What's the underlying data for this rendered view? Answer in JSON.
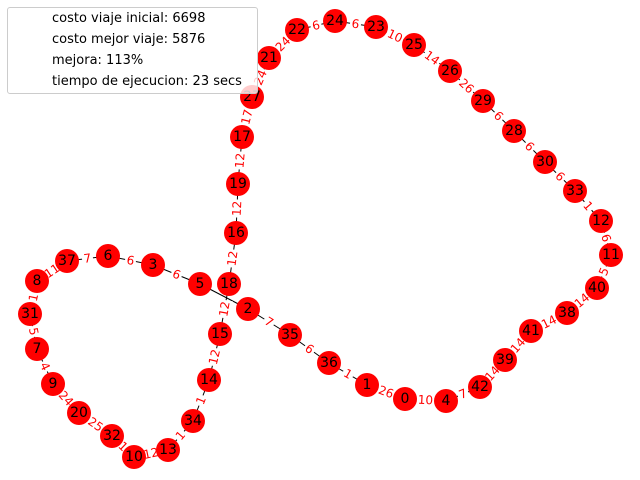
{
  "legend": {
    "lines": [
      "costo viaje inicial: 6698",
      "costo mejor viaje: 5876",
      "mejora: 113%",
      "tiempo de ejecucion: 23 secs"
    ]
  },
  "colors": {
    "node_fill": "#ff0000",
    "node_text": "#000000",
    "edge": "#000000",
    "edge_label": "#ff0000"
  },
  "graph": {
    "nodes": [
      "0",
      "1",
      "2",
      "3",
      "4",
      "5",
      "6",
      "7",
      "8",
      "9",
      "10",
      "11",
      "12",
      "13",
      "14",
      "15",
      "16",
      "17",
      "18",
      "19",
      "20",
      "21",
      "22",
      "23",
      "24",
      "25",
      "26",
      "27",
      "28",
      "29",
      "30",
      "31",
      "32",
      "33",
      "34",
      "35",
      "36",
      "37",
      "38",
      "39",
      "40",
      "41",
      "42"
    ],
    "edges": [
      {
        "source": "0",
        "target": "1",
        "weight": "26"
      },
      {
        "source": "0",
        "target": "4",
        "weight": "10"
      },
      {
        "source": "4",
        "target": "42",
        "weight": "7"
      },
      {
        "source": "42",
        "target": "39",
        "weight": "14"
      },
      {
        "source": "39",
        "target": "41",
        "weight": "14"
      },
      {
        "source": "41",
        "target": "38",
        "weight": "14"
      },
      {
        "source": "38",
        "target": "40",
        "weight": "14"
      },
      {
        "source": "40",
        "target": "11",
        "weight": "5"
      },
      {
        "source": "11",
        "target": "12",
        "weight": "6"
      },
      {
        "source": "12",
        "target": "33",
        "weight": "1"
      },
      {
        "source": "33",
        "target": "30",
        "weight": "6"
      },
      {
        "source": "30",
        "target": "28",
        "weight": "6"
      },
      {
        "source": "28",
        "target": "29",
        "weight": "6"
      },
      {
        "source": "29",
        "target": "26",
        "weight": "26"
      },
      {
        "source": "26",
        "target": "25",
        "weight": "14"
      },
      {
        "source": "25",
        "target": "23",
        "weight": "10"
      },
      {
        "source": "23",
        "target": "24",
        "weight": "6"
      },
      {
        "source": "24",
        "target": "22",
        "weight": "6"
      },
      {
        "source": "22",
        "target": "21",
        "weight": "24"
      },
      {
        "source": "21",
        "target": "27",
        "weight": "24"
      },
      {
        "source": "27",
        "target": "17",
        "weight": "17"
      },
      {
        "source": "17",
        "target": "19",
        "weight": "12"
      },
      {
        "source": "19",
        "target": "16",
        "weight": "12"
      },
      {
        "source": "16",
        "target": "18",
        "weight": "12"
      },
      {
        "source": "18",
        "target": "15",
        "weight": "12"
      },
      {
        "source": "15",
        "target": "14",
        "weight": "12"
      },
      {
        "source": "14",
        "target": "34",
        "weight": "1"
      },
      {
        "source": "34",
        "target": "13",
        "weight": "1"
      },
      {
        "source": "13",
        "target": "10",
        "weight": "12"
      },
      {
        "source": "10",
        "target": "32",
        "weight": "1"
      },
      {
        "source": "32",
        "target": "20",
        "weight": "25"
      },
      {
        "source": "20",
        "target": "9",
        "weight": "24"
      },
      {
        "source": "9",
        "target": "7",
        "weight": "4"
      },
      {
        "source": "7",
        "target": "31",
        "weight": "5"
      },
      {
        "source": "31",
        "target": "8",
        "weight": "1"
      },
      {
        "source": "8",
        "target": "37",
        "weight": "11"
      },
      {
        "source": "37",
        "target": "6",
        "weight": "7"
      },
      {
        "source": "6",
        "target": "3",
        "weight": "6"
      },
      {
        "source": "3",
        "target": "5",
        "weight": "6"
      },
      {
        "source": "5",
        "target": "2",
        "weight": ""
      },
      {
        "source": "2",
        "target": "35",
        "weight": "7"
      },
      {
        "source": "35",
        "target": "36",
        "weight": "6"
      },
      {
        "source": "36",
        "target": "1",
        "weight": "1"
      }
    ]
  }
}
